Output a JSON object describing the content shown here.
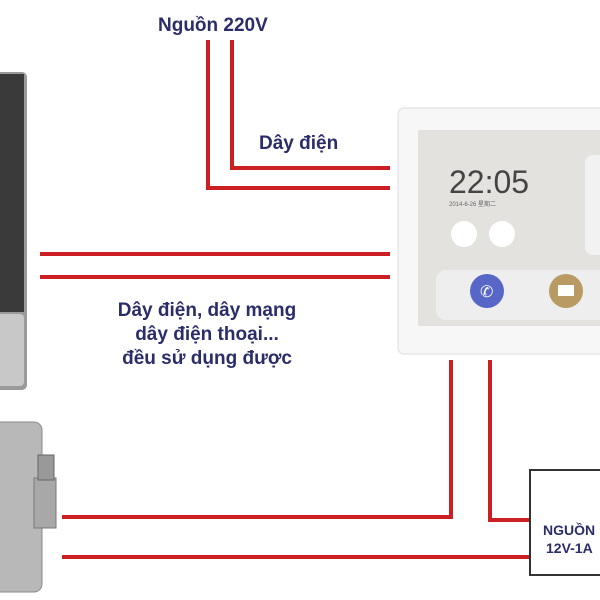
{
  "labels": {
    "power_220": "Nguồn 220V",
    "power_wire": "Dây điện",
    "cable_line1": "Dây điện, dây mạng",
    "cable_line2": "dây điện thoại...",
    "cable_line3": "đều sử dụng được",
    "psu_line1": "NGUỒN",
    "psu_line2": "12V-1A"
  },
  "monitor": {
    "time": "22:05",
    "date": "2014-6-26  星期二"
  },
  "colors": {
    "wire": "#cc1f24",
    "text": "#2b2d6b",
    "call_button": "#5866c8",
    "message_button": "#b89a62"
  }
}
